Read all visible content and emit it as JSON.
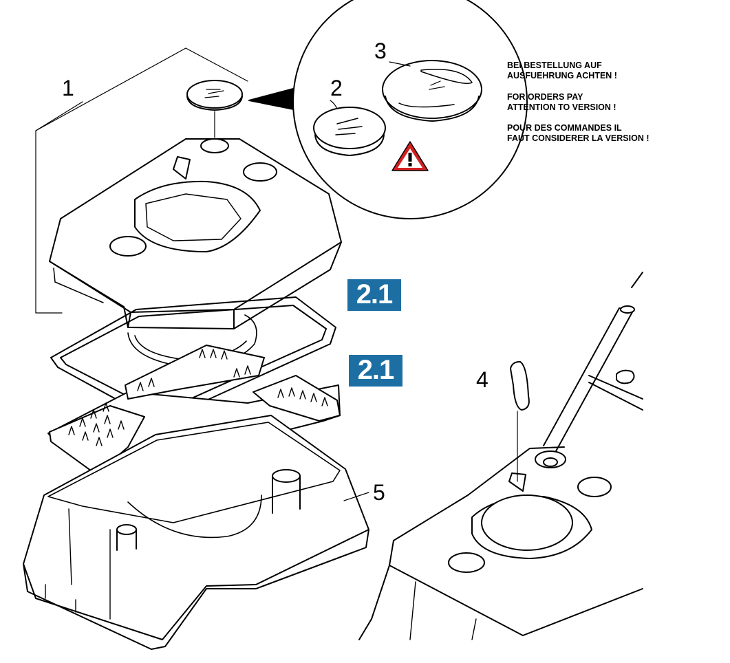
{
  "callouts": {
    "part_1": "1",
    "part_2": "2",
    "part_3": "3",
    "part_4": "4",
    "part_5": "5"
  },
  "badges": {
    "upper": "2.1",
    "lower": "2.1",
    "color": "#1d6fa3"
  },
  "notes": {
    "german": "BEI BESTELLUNG AUF\nAUSFUEHRUNG ACHTEN !",
    "english": "FOR ORDERS PAY\nATTENTION TO VERSION !",
    "french": "POUR DES COMMANDES IL\nFAUT CONSIDERER LA VERSION !"
  },
  "icons": {
    "warning": "warning-triangle-icon",
    "warning_color": "#d42020"
  }
}
